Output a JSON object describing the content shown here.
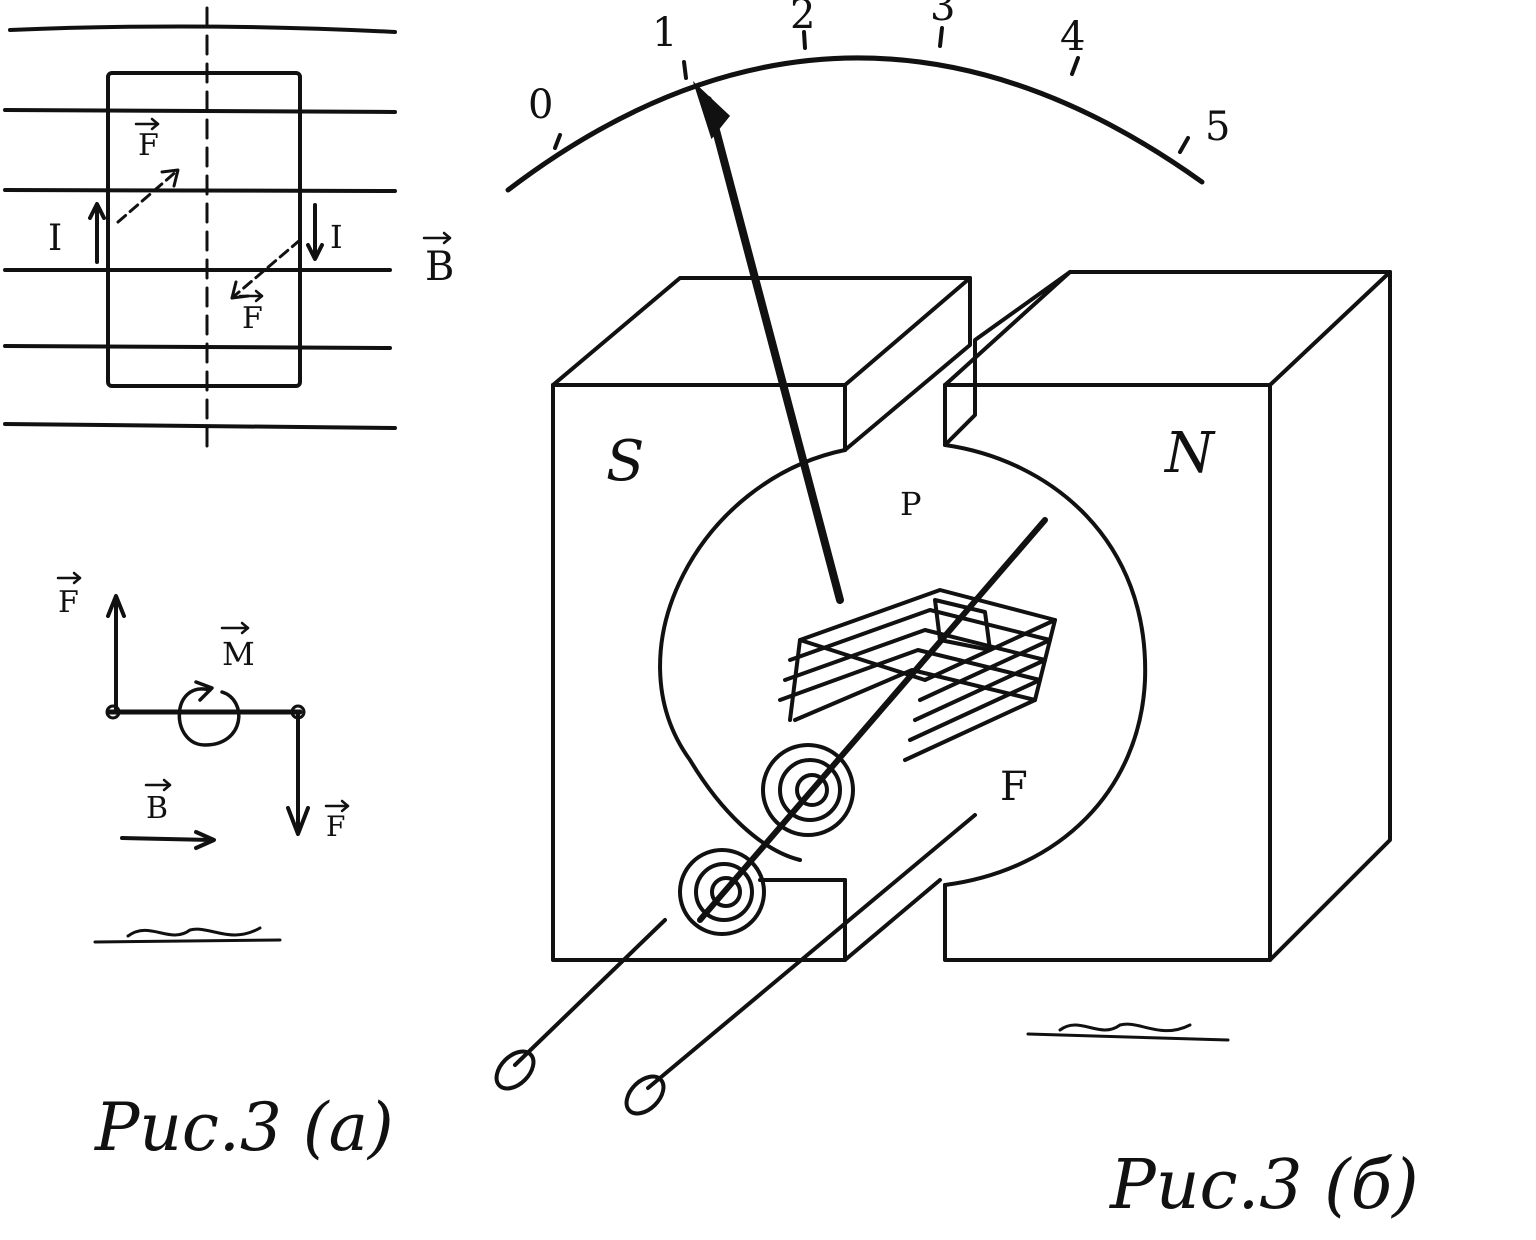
{
  "figure_a": {
    "label_B": "B",
    "label_I_left": "I",
    "label_I_right": "I",
    "label_F_top": "F",
    "label_F_bottom": "F",
    "label_F_up": "F",
    "label_F_down": "F",
    "label_M": "M",
    "label_B_bottom": "B",
    "caption": "Рис.3 (а)"
  },
  "figure_b": {
    "scale": [
      "0",
      "1",
      "2",
      "3",
      "4",
      "5"
    ],
    "pole_S": "S",
    "pole_N": "N",
    "label_P": "P",
    "label_F": "F",
    "caption": "Рис.3 (б)"
  }
}
